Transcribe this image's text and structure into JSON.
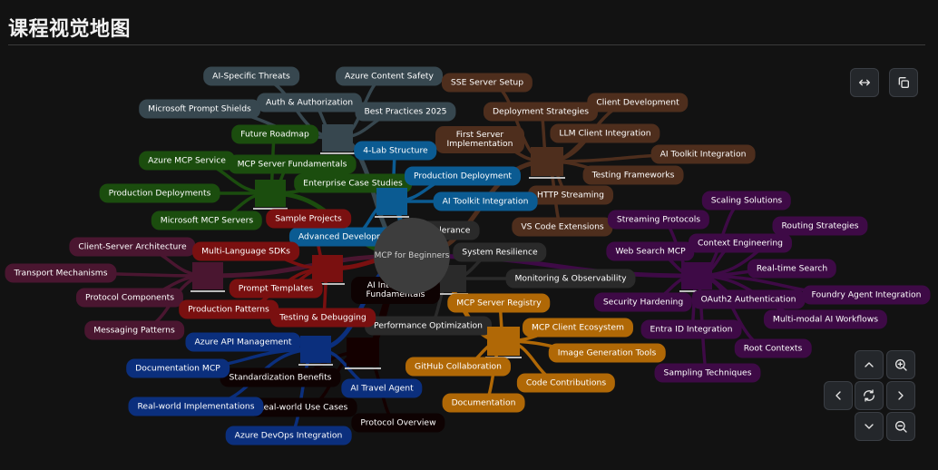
{
  "page": {
    "title": "课程视觉地图"
  },
  "diagram": {
    "center": {
      "label": "MCP for Beginners",
      "color": "#3d3d3d"
    },
    "branches": [
      {
        "id": "security",
        "color": "#37474f",
        "nodes": [
          "AI-Specific Threats",
          "Azure Content Safety",
          "Auth & Authorization",
          "Microsoft Prompt Shields",
          "Best Practices 2025"
        ]
      },
      {
        "id": "deployment-top",
        "color": "#4e2e1d",
        "nodes": [
          "SSE Server Setup",
          "Deployment Strategies",
          "Client Development",
          "First Server Implementation",
          "LLM Client Integration",
          "AI Toolkit Integration",
          "Testing Frameworks",
          "HTTP Streaming",
          "VS Code Extensions"
        ]
      },
      {
        "id": "azure-green",
        "color": "#1b4d0e",
        "nodes": [
          "Future Roadmap",
          "Azure MCP Service",
          "MCP Server Fundamentals",
          "Production Deployments",
          "Enterprise Case Studies",
          "Microsoft MCP Servers"
        ]
      },
      {
        "id": "labs-blue",
        "color": "#0b5b92",
        "nodes": [
          "4-Lab Structure",
          "Production Deployment",
          "AI Toolkit Integration",
          "Advanced Development"
        ]
      },
      {
        "id": "resilience",
        "color": "#2a2a2a",
        "nodes": [
          "Fault Tolerance",
          "System Resilience",
          "Monitoring & Observability",
          "Performance Optimization"
        ]
      },
      {
        "id": "advanced-purple",
        "color": "#3e0a46",
        "nodes": [
          "Scaling Solutions",
          "Streaming Protocols",
          "Routing Strategies",
          "Web Search MCP",
          "Context Engineering",
          "Real-time Search",
          "Foundry Agent Integration",
          "Security Hardening",
          "OAuth2 Authentication",
          "Multi-modal AI Workflows",
          "Entra ID Integration",
          "Root Contexts",
          "Sampling Techniques"
        ]
      },
      {
        "id": "core-concepts",
        "color": "#4a1630",
        "nodes": [
          "Client-Server Architecture",
          "Transport Mechanisms",
          "Protocol Components",
          "Messaging Patterns"
        ]
      },
      {
        "id": "best-practices-red",
        "color": "#7a1010",
        "nodes": [
          "Sample Projects",
          "Multi-Language SDKs",
          "Prompt Templates",
          "Production Patterns",
          "Testing & Debugging"
        ]
      },
      {
        "id": "integration-black",
        "color": "#140000",
        "nodes": [
          "AI Integration Fundamentals",
          "Standardization Benefits",
          "Real-world Use Cases",
          "Protocol Overview"
        ]
      },
      {
        "id": "community-orange",
        "color": "#b06806",
        "nodes": [
          "MCP Server Registry",
          "MCP Client Ecosystem",
          "Image Generation Tools",
          "GitHub Collaboration",
          "Code Contributions",
          "Documentation"
        ]
      },
      {
        "id": "case-studies-navy",
        "color": "#0b2f7d",
        "nodes": [
          "Azure API Management",
          "Documentation MCP",
          "Real-world Implementations",
          "AI Travel Agent",
          "Azure DevOps Integration"
        ]
      }
    ]
  },
  "controls": {
    "top": [
      "expand-icon",
      "copy-icon"
    ],
    "nav": [
      "chevron-up-icon",
      "zoom-in-icon",
      "chevron-left-icon",
      "reset-icon",
      "chevron-right-icon",
      "chevron-down-icon",
      "zoom-out-icon"
    ]
  }
}
